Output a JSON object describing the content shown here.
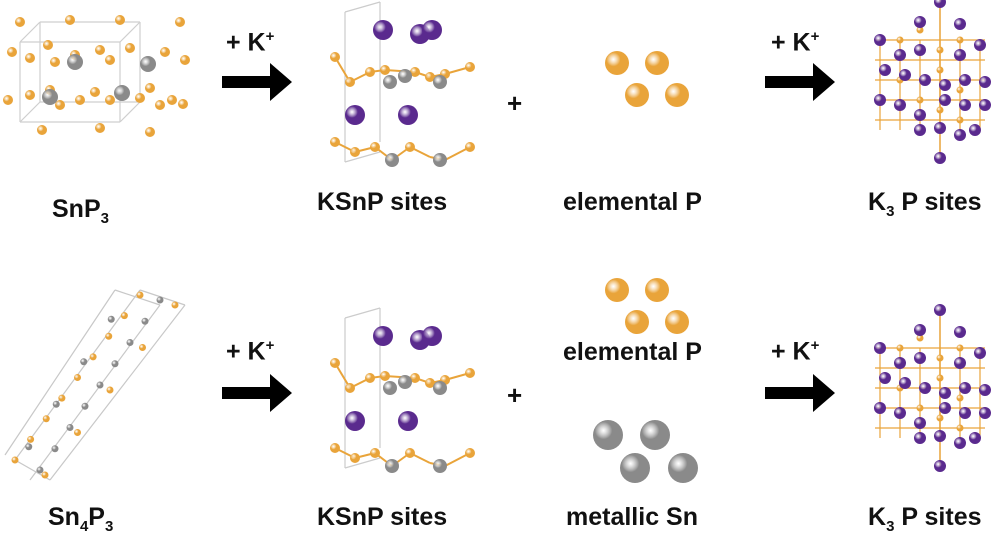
{
  "colors": {
    "phosphorus": "#E9A43A",
    "tin": "#8A8A8A",
    "potassium": "#5A2A8E",
    "arrow": "#000000"
  },
  "row1": {
    "start": {
      "formula": "SnP",
      "sub": "3"
    },
    "arrow1": {
      "label": "+ K",
      "sup": "+"
    },
    "product1": "KSnP sites",
    "plus": "+",
    "product2": "elemental P",
    "arrow2": {
      "label": "+ K",
      "sup": "+"
    },
    "final": {
      "pre": "K",
      "sub": "3",
      "post": "P sites"
    }
  },
  "row2": {
    "start": {
      "pre": "Sn",
      "sub1": "4",
      "mid": "P",
      "sub2": "3"
    },
    "arrow1": {
      "label": "+ K",
      "sup": "+"
    },
    "product1": "KSnP sites",
    "plus": "+",
    "product2": "elemental P",
    "product3": "metallic Sn",
    "arrow2": {
      "label": "+ K",
      "sup": "+"
    },
    "final": {
      "pre": "K",
      "sub": "3",
      "post": "P sites"
    }
  }
}
